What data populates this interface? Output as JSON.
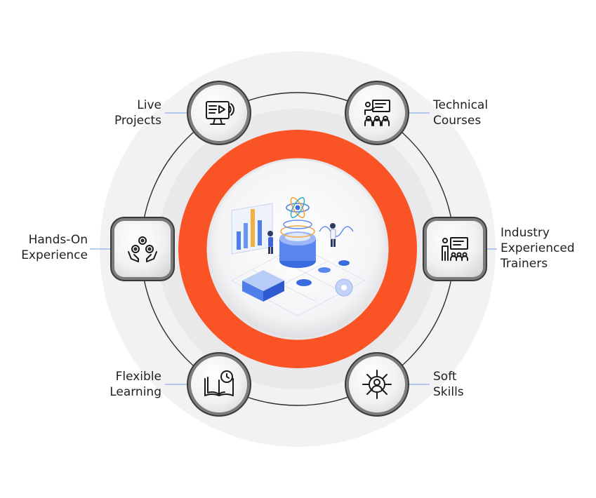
{
  "features": [
    {
      "id": "live-projects",
      "label": "Live\nProjects",
      "icon": "monitor-play-icon"
    },
    {
      "id": "technical-courses",
      "label": "Technical\nCourses",
      "icon": "presentation-audience-icon"
    },
    {
      "id": "hands-on",
      "label": "Hands-On\nExperience",
      "icon": "hands-gears-icon"
    },
    {
      "id": "industry-trainers",
      "label": "Industry\nExperienced\nTrainers",
      "icon": "trainer-board-icon"
    },
    {
      "id": "flexible-learning",
      "label": "Flexible\nLearning",
      "icon": "book-clock-icon"
    },
    {
      "id": "soft-skills",
      "label": "Soft\nSkills",
      "icon": "person-network-icon"
    }
  ],
  "colors": {
    "accent": "#fa5426",
    "outer_halo": "#f2f2f2",
    "ring_line": "#2b2b2b",
    "icon_stroke": "#1a1a1a"
  },
  "center_image": "data-analytics-isometric-illustration"
}
